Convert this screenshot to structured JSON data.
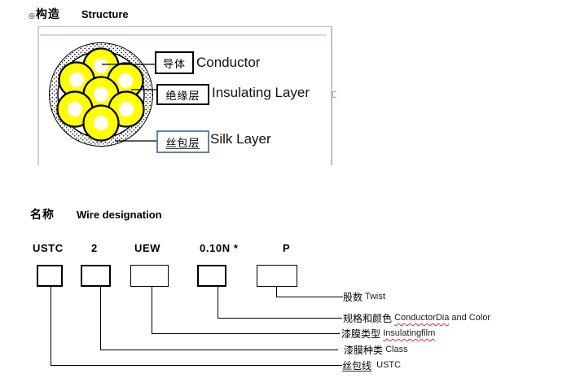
{
  "colors": {
    "conductor_yellow": "#ffff00",
    "outline_black": "#000000",
    "silk_callout_border": "#5b84a8",
    "green_rule": "#cfe2c8",
    "spellcheck_red": "#dd2f2f",
    "frame_border": "#c9c9c9"
  },
  "structure": {
    "bullet": "◎",
    "title_zh": "构造",
    "title_en": "Structure",
    "callouts": [
      {
        "zh": "导体",
        "en": "Conductor"
      },
      {
        "zh": "绝缘层",
        "en": "Insulating Layer"
      },
      {
        "zh": "丝包层",
        "en": "Silk Layer"
      }
    ]
  },
  "designation": {
    "title_zh": "名称",
    "title_en": "Wire designation",
    "codes": [
      "USTC",
      "2",
      "UEW",
      "0.10N *",
      "P"
    ],
    "labels": [
      {
        "zh": "股数",
        "en_wavy": "",
        "en": " Twist"
      },
      {
        "zh": "规格和颜色",
        "en_wavy": "ConductorDia",
        "en": " and Color"
      },
      {
        "zh": "漆膜类型",
        "en_wavy": "Insulatingfilm",
        "en": ""
      },
      {
        "zh": "漆膜种类",
        "en_wavy": "",
        "en": " Class"
      },
      {
        "zh": "丝包线",
        "en_wavy": "",
        "en": "  USTC"
      }
    ]
  }
}
